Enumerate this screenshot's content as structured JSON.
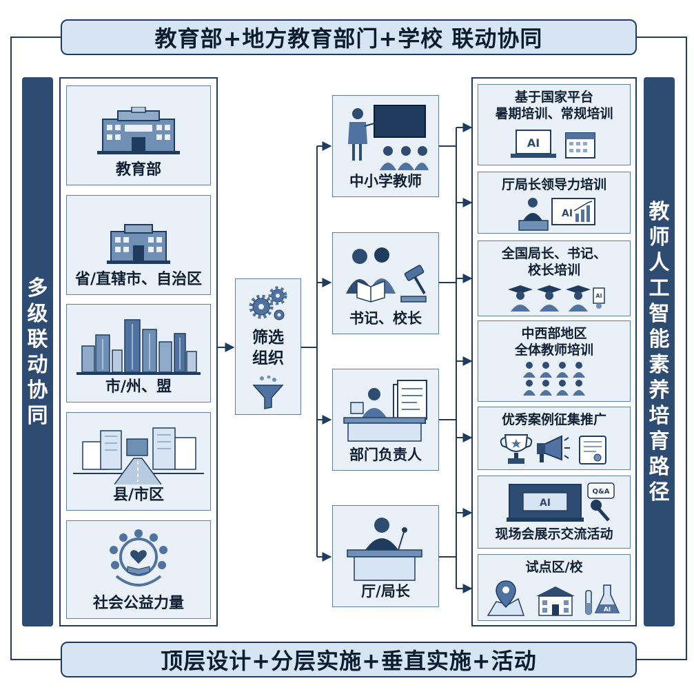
{
  "top_banner": "教育部+地方教育部门+学校 联动协同",
  "bottom_banner": "顶层设计+分层实施+垂直实施+活动",
  "left_bar_chars": [
    "多",
    "级",
    "联",
    "动",
    "协",
    "同"
  ],
  "right_bar_chars": [
    "教",
    "师",
    "人",
    "工",
    "智",
    "能",
    "素",
    "养",
    "培",
    "育",
    "路",
    "径"
  ],
  "levels": [
    "教育部",
    "省/直辖市、自治区",
    "市/州、盟",
    "县/市区",
    "社会公益力量"
  ],
  "filter_lines": [
    "筛选",
    "组织"
  ],
  "targets": [
    "中小学教师",
    "书记、校长",
    "部门负责人",
    "厅/局长"
  ],
  "paths": [
    [
      "基于国家平台",
      "暑期培训、常规培训"
    ],
    [
      "厅局长领导力培训"
    ],
    [
      "全国局长、书记、",
      "校长培训"
    ],
    [
      "中西部地区",
      "全体教师培训"
    ],
    [
      "优秀案例征集推广"
    ],
    [
      "现场会展示交流活动"
    ],
    [
      "试点区/校"
    ]
  ],
  "icon_text": {
    "ai": "AI",
    "qa": "Q&A"
  },
  "colors": {
    "navy": "#2e4c72",
    "card_fill": "#e9f0f8",
    "banner_fill": "#d6e4f3",
    "line": "#1f3c5e"
  }
}
